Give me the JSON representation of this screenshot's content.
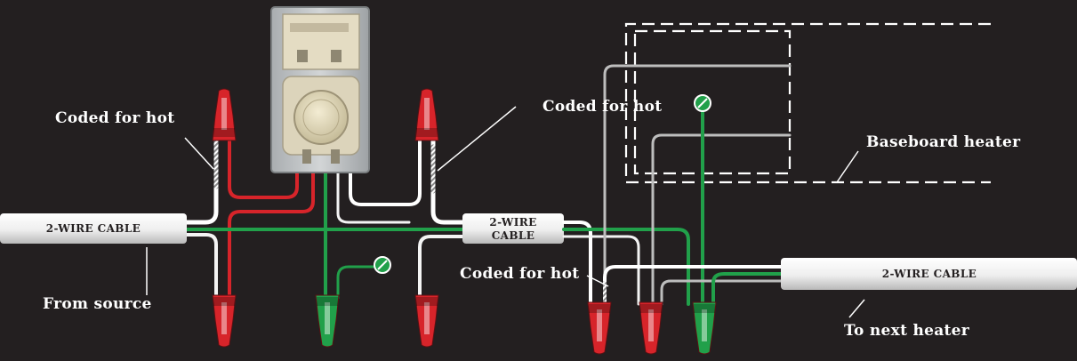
{
  "labels": {
    "coded_hot_left": "Coded for hot",
    "coded_hot_top": "Coded for hot",
    "coded_hot_mid": "Coded for hot",
    "baseboard_heater": "Baseboard heater",
    "from_source": "From source",
    "to_next_heater": "To next heater"
  },
  "cables": {
    "left": "2-WIRE CABLE",
    "middle_line1": "2-WIRE",
    "middle_line2": "CABLE",
    "right": "2-WIRE CABLE"
  },
  "colors": {
    "background": "#231f20",
    "hot_red": "#d7242a",
    "ground_green": "#21a04a",
    "wire_white": "#f4f4f4",
    "heater_outline": "#ffffff"
  }
}
